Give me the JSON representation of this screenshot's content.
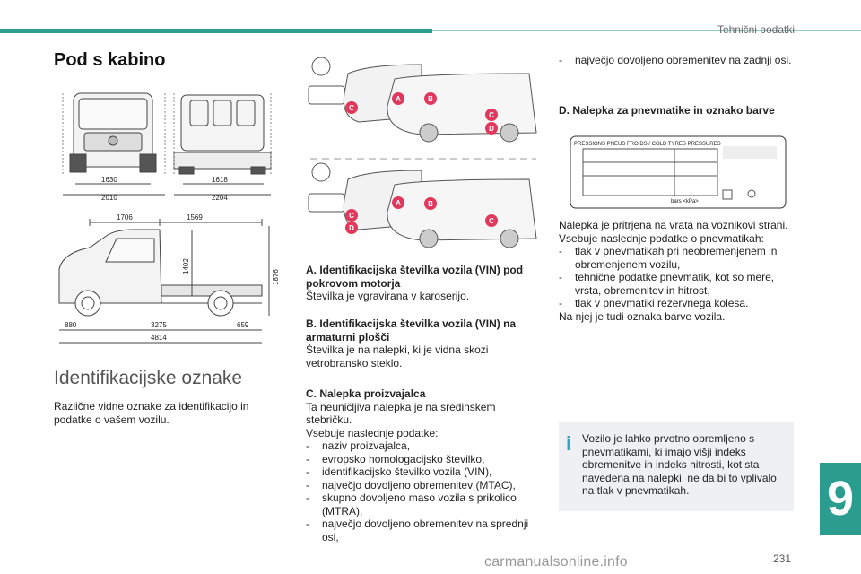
{
  "header": {
    "section": "Tehnični podatki"
  },
  "page": {
    "number": "231",
    "chapter": "9"
  },
  "left": {
    "title": "Pod s kabino",
    "front_dims": [
      "1630",
      "2010"
    ],
    "rear_dims": [
      "1618",
      "2204"
    ],
    "side_top_dims": [
      "1706",
      "1569"
    ],
    "side_heights": [
      "1402",
      "1876"
    ],
    "side_bottom_dims": [
      "880",
      "3275",
      "659"
    ],
    "side_total": "4814",
    "subheading": "Identifikacijske oznake",
    "intro": "Različne vidne oznake za identifikacijo in podatke o vašem vozilu."
  },
  "markers": {
    "a": "A",
    "b": "B",
    "c": "C",
    "d": "D"
  },
  "middle": {
    "a_title": "A. Identifikacijska številka vozila (VIN) pod pokrovom motorja",
    "a_text": "Številka je vgravirana v karoserijo.",
    "b_title": "B. Identifikacijska številka vozila (VIN) na armaturni plošči",
    "b_text": "Številka je na nalepki, ki je vidna skozi vetrobransko steklo.",
    "c_title": "C. Nalepka proizvajalca",
    "c_line1": "Ta neuničljiva nalepka je na sredinskem stebričku.",
    "c_line2": "Vsebuje naslednje podatke:",
    "c_items": [
      "naziv proizvajalca,",
      "evropsko homologacijsko številko,",
      "identifikacijsko številko vozila (VIN),",
      "največjo dovoljeno obremenitev (MTAC),",
      "skupno dovoljeno maso vozila s prikolico (MTRA),",
      "največjo dovoljeno obremenitev na sprednji osi,"
    ]
  },
  "right": {
    "c_cont": "največjo dovoljeno obremenitev na zadnji osi.",
    "d_title": "D. Nalepka za pnevmatike in oznako barve",
    "label_header": "PRESSIONS PNEUS FROIDS / COLD TYRES PRESSURES",
    "label_unit": "bars <kPa>",
    "d_text1": "Nalepka je pritrjena na vrata na voznikovi strani.",
    "d_text2": "Vsebuje naslednje podatke o pnevmatikah:",
    "d_items": [
      "tlak v pnevmatikah pri neobremenjenem in obremenjenem vozilu,",
      "tehnične podatke pnevmatik, kot so mere, vrsta, obremenitev in hitrost,",
      "tlak v pnevmatiki rezervnega kolesa."
    ],
    "d_text3": "Na njej je tudi oznaka barve vozila.",
    "info": "Vozilo je lahko prvotno opremljeno s pnevmatikami, ki imajo višji indeks obremenitve in indeks hitrosti, kot sta navedena na nalepki, ne da bi to vplivalo na tlak v pnevmatikah."
  },
  "footer": {
    "watermark": "carmanualsonline.info"
  },
  "colors": {
    "accent": "#2a9d8f",
    "marker": "#e2385c",
    "info_icon": "#29a8c9"
  }
}
